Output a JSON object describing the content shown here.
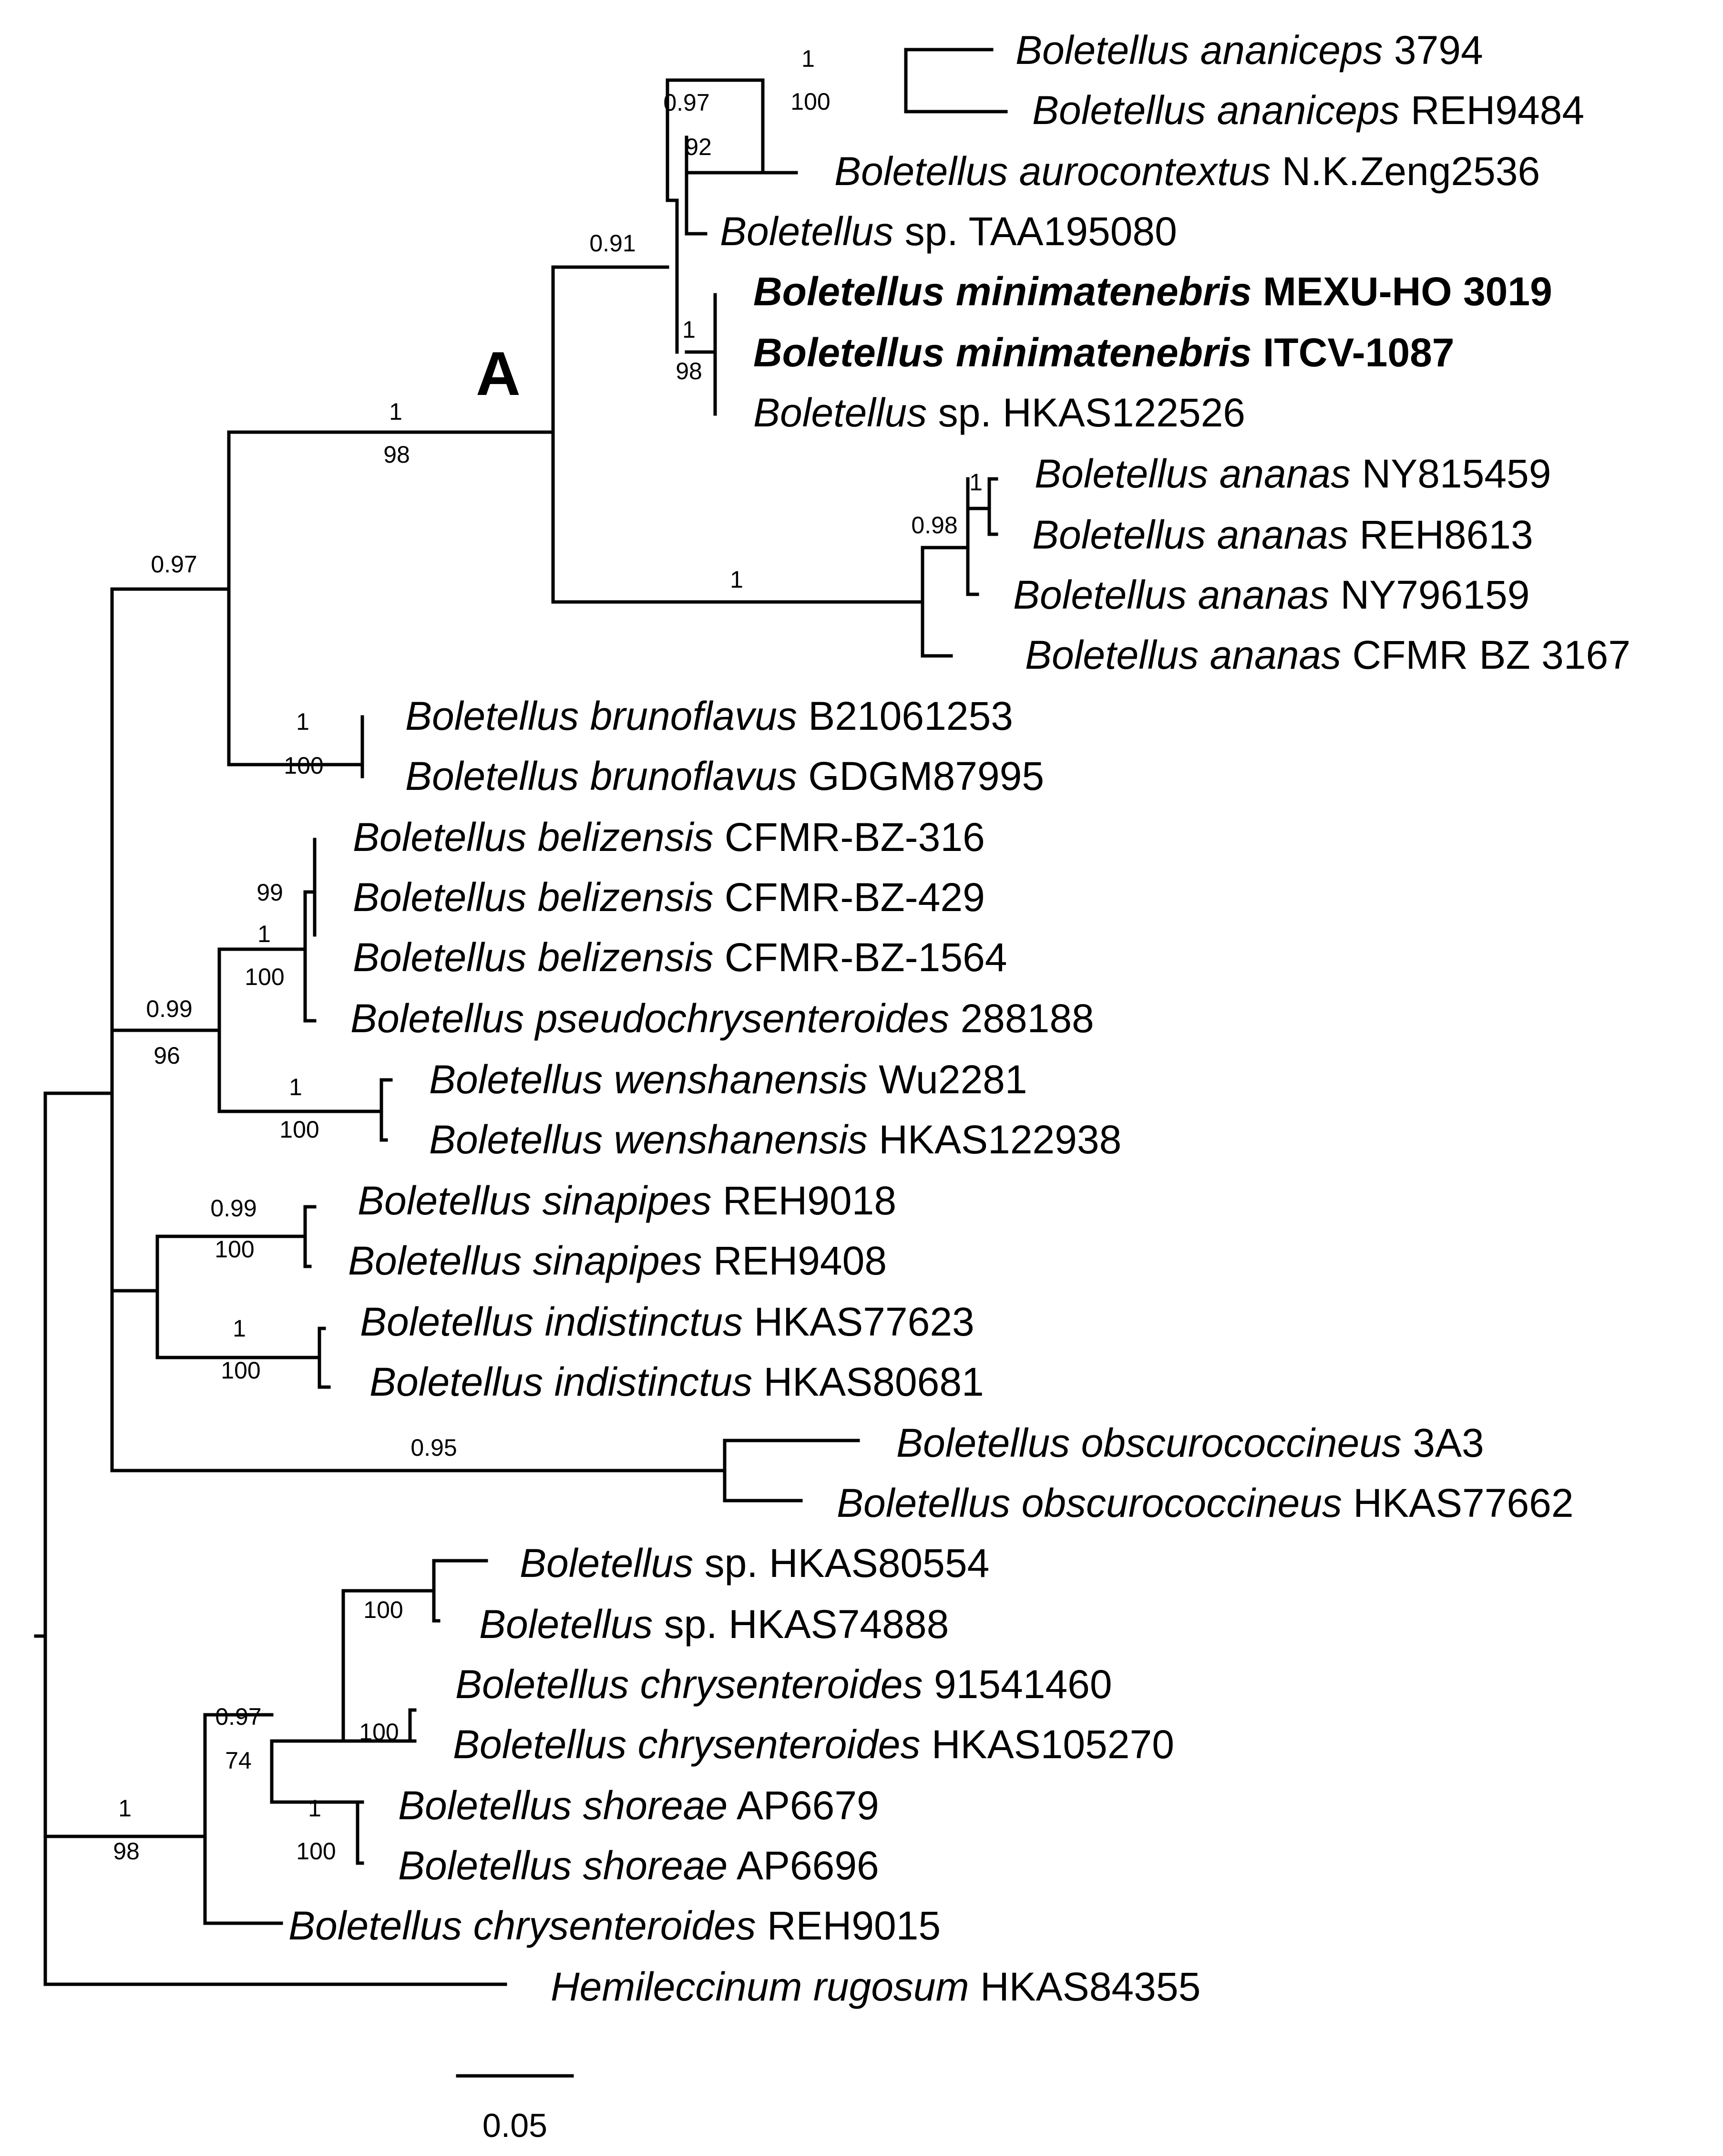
{
  "clade_label": "A",
  "scale_bar": {
    "label": "0.05"
  },
  "taxa": [
    {
      "genus": "Boletellus",
      "species": "ananiceps",
      "voucher": "3794",
      "bold": false
    },
    {
      "genus": "Boletellus",
      "species": "ananiceps",
      "voucher": "REH9484",
      "bold": false
    },
    {
      "genus": "Boletellus",
      "species": "aurocontextus",
      "voucher": "N.K.Zeng2536",
      "bold": false
    },
    {
      "genus": "Boletellus",
      "species": "",
      "voucher": "sp. TAA195080",
      "bold": false
    },
    {
      "genus": "Boletellus",
      "species": "minimatenebris",
      "voucher": "MEXU-HO 3019",
      "bold": true
    },
    {
      "genus": "Boletellus",
      "species": "minimatenebris",
      "voucher": "ITCV-1087",
      "bold": true
    },
    {
      "genus": "Boletellus",
      "species": "",
      "voucher": "sp. HKAS122526",
      "bold": false
    },
    {
      "genus": "Boletellus",
      "species": "ananas",
      "voucher": "NY815459",
      "bold": false
    },
    {
      "genus": "Boletellus",
      "species": "ananas",
      "voucher": "REH8613",
      "bold": false
    },
    {
      "genus": "Boletellus",
      "species": "ananas",
      "voucher": "NY796159",
      "bold": false
    },
    {
      "genus": "Boletellus",
      "species": "ananas",
      "voucher": "CFMR  BZ  3167",
      "bold": false
    },
    {
      "genus": "Boletellus",
      "species": "brunoflavus",
      "voucher": "B21061253",
      "bold": false
    },
    {
      "genus": "Boletellus",
      "species": "brunoflavus",
      "voucher": "GDGM87995",
      "bold": false
    },
    {
      "genus": "Boletellus",
      "species": "belizensis",
      "voucher": "CFMR-BZ-316",
      "bold": false
    },
    {
      "genus": "Boletellus",
      "species": "belizensis",
      "voucher": "CFMR-BZ-429",
      "bold": false
    },
    {
      "genus": "Boletellus",
      "species": "belizensis",
      "voucher": "CFMR-BZ-1564",
      "bold": false
    },
    {
      "genus": "Boletellus",
      "species": "pseudochrysenteroides",
      "voucher": "288188",
      "bold": false
    },
    {
      "genus": "Boletellus",
      "species": "wenshanensis",
      "voucher": "Wu2281",
      "bold": false
    },
    {
      "genus": "Boletellus",
      "species": "wenshanensis",
      "voucher": "HKAS122938",
      "bold": false
    },
    {
      "genus": "Boletellus",
      "species": "sinapipes",
      "voucher": "REH9018",
      "bold": false
    },
    {
      "genus": "Boletellus",
      "species": "sinapipes",
      "voucher": "REH9408",
      "bold": false
    },
    {
      "genus": "Boletellus",
      "species": "indistinctus",
      "voucher": "HKAS77623",
      "bold": false
    },
    {
      "genus": "Boletellus",
      "species": "indistinctus",
      "voucher": "HKAS80681",
      "bold": false
    },
    {
      "genus": "Boletellus",
      "species": "obscurococcineus",
      "voucher": "3A3",
      "bold": false
    },
    {
      "genus": "Boletellus",
      "species": "obscurococcineus",
      "voucher": "HKAS77662",
      "bold": false
    },
    {
      "genus": "Boletellus",
      "species": "",
      "voucher": "sp. HKAS80554",
      "bold": false
    },
    {
      "genus": "Boletellus",
      "species": "",
      "voucher": "sp. HKAS74888",
      "bold": false
    },
    {
      "genus": "Boletellus",
      "species": "chrysenteroides",
      "voucher": "91541460",
      "bold": false
    },
    {
      "genus": "Boletellus",
      "species": "chrysenteroides",
      "voucher": "HKAS105270",
      "bold": false
    },
    {
      "genus": "Boletellus",
      "species": "shoreae",
      "voucher": "AP6679",
      "bold": false
    },
    {
      "genus": "Boletellus",
      "species": "shoreae",
      "voucher": "AP6696",
      "bold": false
    },
    {
      "genus": "Boletellus",
      "species": "chrysenteroides",
      "voucher": "REH9015",
      "bold": false
    },
    {
      "genus": "Hemileccinum",
      "species": "rugosum",
      "voucher": "HKAS84355",
      "bold": false
    }
  ],
  "supports": [
    {
      "id": "anan_pp",
      "text": "1"
    },
    {
      "id": "anan_bs",
      "text": "100"
    },
    {
      "id": "auro_pp",
      "text": "0.97"
    },
    {
      "id": "auro_bs",
      "text": "92"
    },
    {
      "id": "upper_pp",
      "text": "0.91"
    },
    {
      "id": "mini_pp",
      "text": "1"
    },
    {
      "id": "mini_bs",
      "text": "98"
    },
    {
      "id": "A_pp",
      "text": "1"
    },
    {
      "id": "A_bs",
      "text": "98"
    },
    {
      "id": "ananas_inner",
      "text": "1"
    },
    {
      "id": "ananas_pp",
      "text": "0.98"
    },
    {
      "id": "ananas_stem",
      "text": "1"
    },
    {
      "id": "upperA_pp",
      "text": "0.97"
    },
    {
      "id": "brun_pp",
      "text": "1"
    },
    {
      "id": "brun_bs",
      "text": "100"
    },
    {
      "id": "beli_inner",
      "text": "99"
    },
    {
      "id": "beli_pp",
      "text": "1"
    },
    {
      "id": "beli_bs",
      "text": "100"
    },
    {
      "id": "beliwen_pp",
      "text": "0.99"
    },
    {
      "id": "beliwen_bs",
      "text": "96"
    },
    {
      "id": "wen_pp",
      "text": "1"
    },
    {
      "id": "wen_bs",
      "text": "100"
    },
    {
      "id": "sin_pp",
      "text": "0.99"
    },
    {
      "id": "sin_bs",
      "text": "100"
    },
    {
      "id": "ind_pp",
      "text": "1"
    },
    {
      "id": "ind_bs",
      "text": "100"
    },
    {
      "id": "obs_pp",
      "text": "0.95"
    },
    {
      "id": "sp_bs",
      "text": "100"
    },
    {
      "id": "chry_bs",
      "text": "100"
    },
    {
      "id": "lower_pp",
      "text": "0.97"
    },
    {
      "id": "lower_bs",
      "text": "74"
    },
    {
      "id": "sho_pp",
      "text": "1"
    },
    {
      "id": "sho_bs",
      "text": "100"
    },
    {
      "id": "lowerAll_pp",
      "text": "1"
    },
    {
      "id": "lowerAll_bs",
      "text": "98"
    }
  ]
}
